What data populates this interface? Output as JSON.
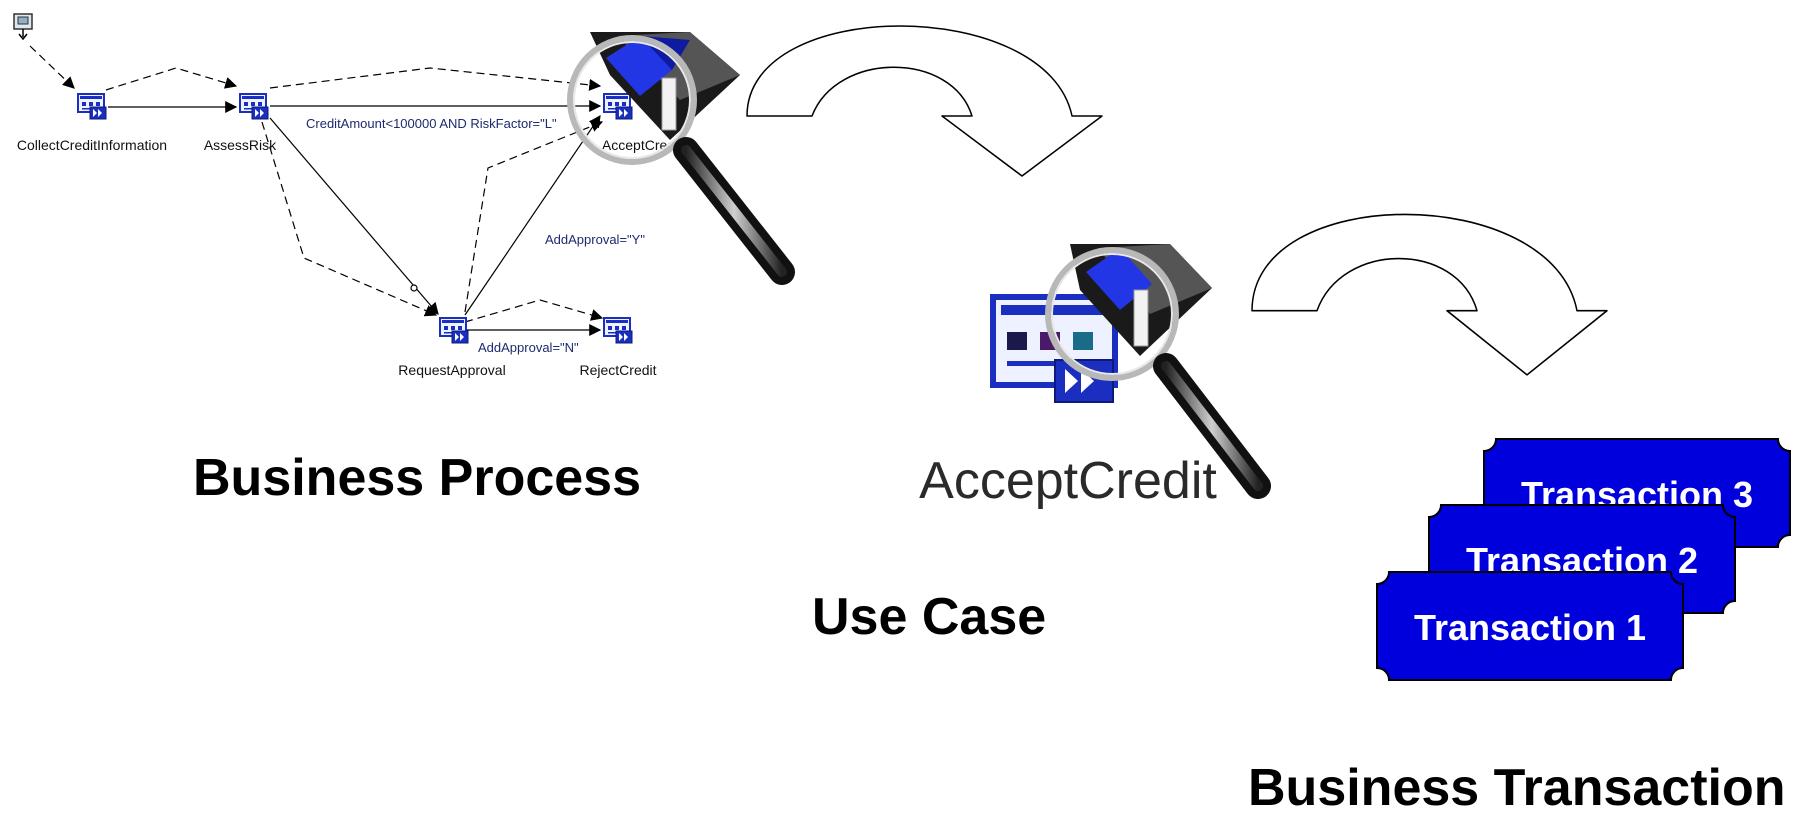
{
  "business_process": {
    "caption": "Business Process",
    "nodes": {
      "collect": "CollectCreditInformation",
      "assess": "AssessRisk",
      "accept": "AcceptCredit",
      "request": "RequestApproval",
      "reject": "RejectCredit"
    },
    "edge_labels": {
      "accept_condition": "CreditAmount<100000 AND RiskFactor=\"L\"",
      "approval_yes": "AddApproval=\"Y\"",
      "approval_no": "AddApproval=\"N\""
    }
  },
  "use_case": {
    "caption": "Use Case",
    "label": "AcceptCredit"
  },
  "business_transaction": {
    "caption": "Business Transaction",
    "transactions": [
      "Transaction 3",
      "Transaction 2",
      "Transaction 1"
    ]
  },
  "colors": {
    "transaction_fill": "#0000dd",
    "icon_blue": "#1a2fbf",
    "lens_blue": "#2236e6"
  },
  "icons": [
    "start-node-icon",
    "activity-icon",
    "magnifier-icon",
    "curved-arrow"
  ]
}
